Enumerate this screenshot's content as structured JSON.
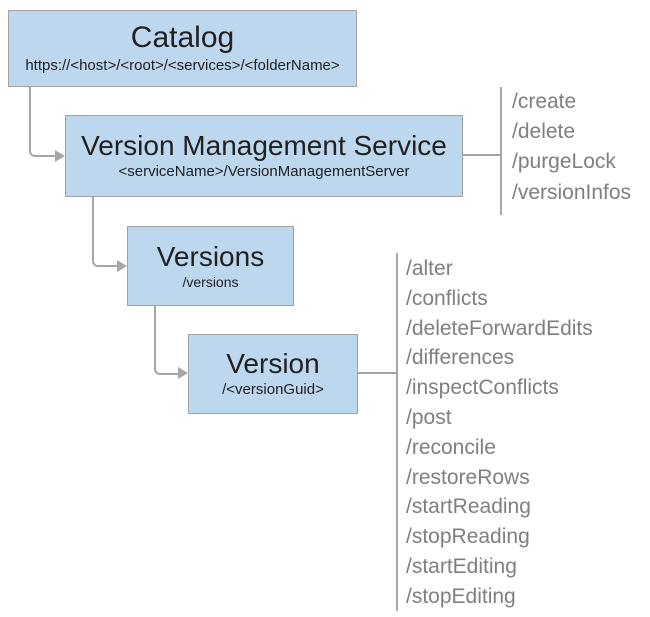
{
  "diagram": {
    "catalog": {
      "title": "Catalog",
      "subtitle": "https://<host>/<root>/<services>/<folderName>"
    },
    "service": {
      "title": "Version Management Service",
      "subtitle": "<serviceName>/VersionManagementServer"
    },
    "versions": {
      "title": "Versions",
      "subtitle": "/versions"
    },
    "version": {
      "title": "Version",
      "subtitle": "/<versionGuid>"
    },
    "service_operations": [
      "/create",
      "/delete",
      "/purgeLock",
      "/versionInfos"
    ],
    "version_operations": [
      "/alter",
      "/conflicts",
      "/deleteForwardEdits",
      "/differences",
      "/inspectConflicts",
      "/post",
      "/reconcile",
      "/restoreRows",
      "/startReading",
      "/stopReading",
      "/startEditing",
      "/stopEditing"
    ],
    "colors": {
      "node_fill": "#bdd7ee",
      "node_border": "#a3a3a3",
      "connector": "#a6a6a6",
      "operation_text": "#7f7f7f",
      "title_text": "#212121"
    }
  }
}
